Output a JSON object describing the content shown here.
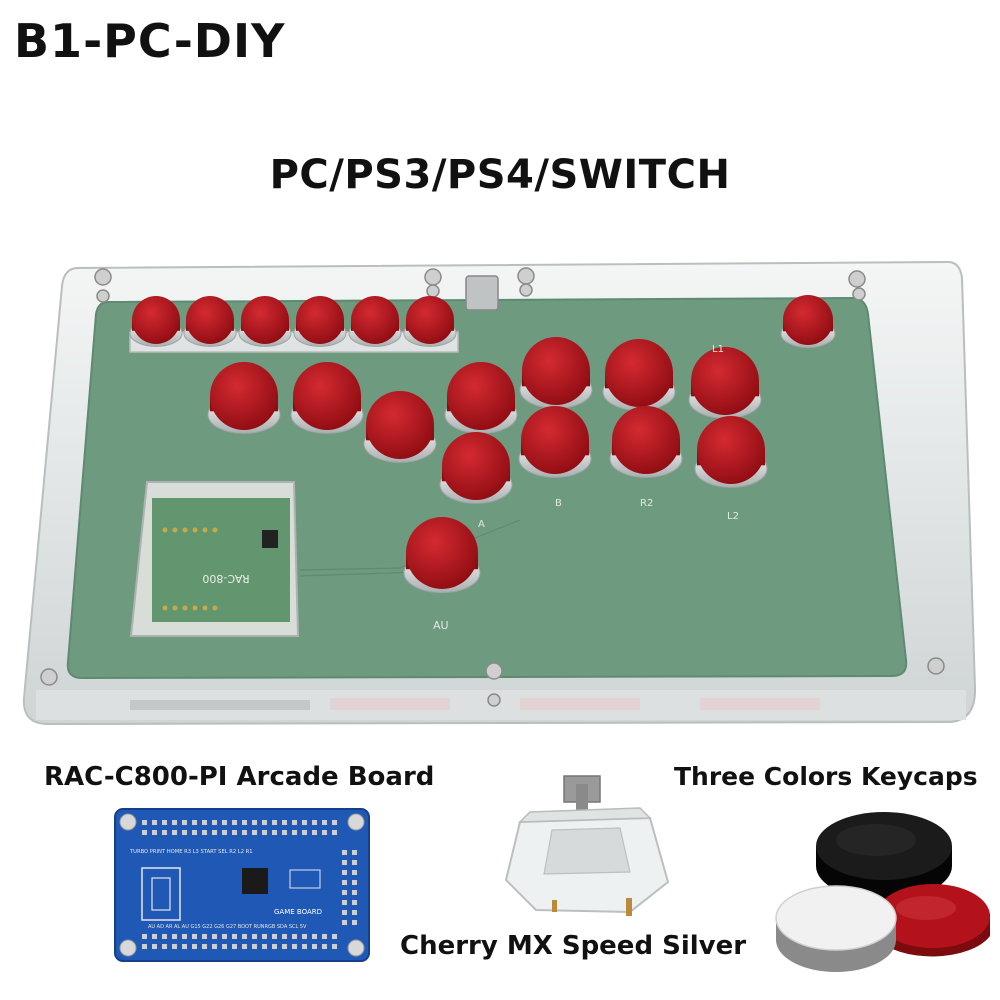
{
  "title": "B1-PC-DIY",
  "subtitle": "PC/PS3/PS4/SWITCH",
  "controller": {
    "button_labels": {
      "l1": "L1",
      "a": "A",
      "b": "B",
      "r2": "R2",
      "l2": "L2",
      "au": "AU"
    },
    "board_label": "RAC-800",
    "colors": {
      "case": "#e7eaea",
      "pcb": "#6e9a80",
      "button": "#b3121a",
      "ring": "#d9dcdc"
    }
  },
  "board": {
    "caption": "RAC-C800-PI Arcade Board",
    "top_pin_labels": "TURBO PRINT HOME R3 L3 START SEL R2 L2 R1",
    "bottom_pin_labels": "AU AD AR AL AU G15 G22 G26 G27 BOOT RUNRGB SDA SCL 5V",
    "chip_label": "GAME BOARD",
    "colors": {
      "pcb": "#1f58b5",
      "pin": "#d8d8d8"
    }
  },
  "switch": {
    "caption": "Cherry MX Speed Silver",
    "colors": {
      "stem": "#9a9a9a"
    }
  },
  "keycaps": {
    "caption": "Three Colors Keycaps",
    "colors": [
      "#111111",
      "#f2f2f2",
      "#b3121a"
    ]
  }
}
